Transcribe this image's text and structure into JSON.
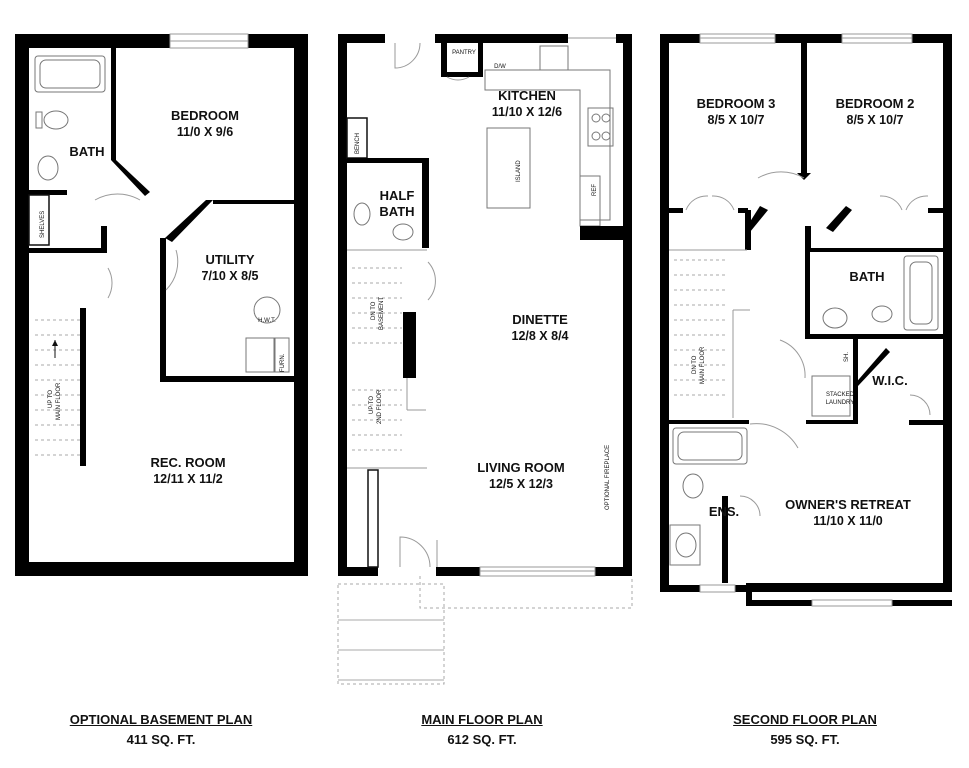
{
  "basement": {
    "bedroom_name": "BEDROOM",
    "bedroom_dim": "11/0 X 9/6",
    "bath_name": "BATH",
    "shelves": "SHELVES",
    "utility_name": "UTILITY",
    "utility_dim": "7/10 X 8/5",
    "hwt": "H.W.T.",
    "furn": "FURN.",
    "stairs_note_1": "UP TO",
    "stairs_note_2": "MAIN FLOOR",
    "rec_name": "REC. ROOM",
    "rec_dim": "12/11 X 11/2",
    "caption_title": "OPTIONAL BASEMENT PLAN",
    "caption_area": "411 SQ. FT."
  },
  "main": {
    "pantry": "PANTRY",
    "dw": "D/W",
    "kitchen_name": "KITCHEN",
    "kitchen_dim": "11/10 X 12/6",
    "island": "ISLAND",
    "ref": "REF",
    "bench": "BENCH",
    "half_bath_1": "HALF",
    "half_bath_2": "BATH",
    "dn_basement_1": "DN TO",
    "dn_basement_2": "BASEMENT",
    "up_2nd_1": "UP TO",
    "up_2nd_2": "2ND FLOOR",
    "dinette_name": "DINETTE",
    "dinette_dim": "12/8 X 8/4",
    "fireplace": "OPTIONAL FIREPLACE",
    "living_name": "LIVING ROOM",
    "living_dim": "12/5 X 12/3",
    "caption_title": "MAIN FLOOR PLAN",
    "caption_area": "612 SQ. FT."
  },
  "second": {
    "bed3_name": "BEDROOM 3",
    "bed3_dim": "8/5 X 10/7",
    "bed2_name": "BEDROOM 2",
    "bed2_dim": "8/5 X 10/7",
    "bath_name": "BATH",
    "dn_main_1": "DN TO",
    "dn_main_2": "MAIN FLOOR",
    "sh": "SH.",
    "stacked_1": "STACKED",
    "stacked_2": "LAUNDRY",
    "wic": "W.I.C.",
    "ens": "ENS.",
    "owner_name": "OWNER'S RETREAT",
    "owner_dim": "11/10 X 11/0",
    "caption_title": "SECOND FLOOR PLAN",
    "caption_area": "595 SQ. FT."
  }
}
